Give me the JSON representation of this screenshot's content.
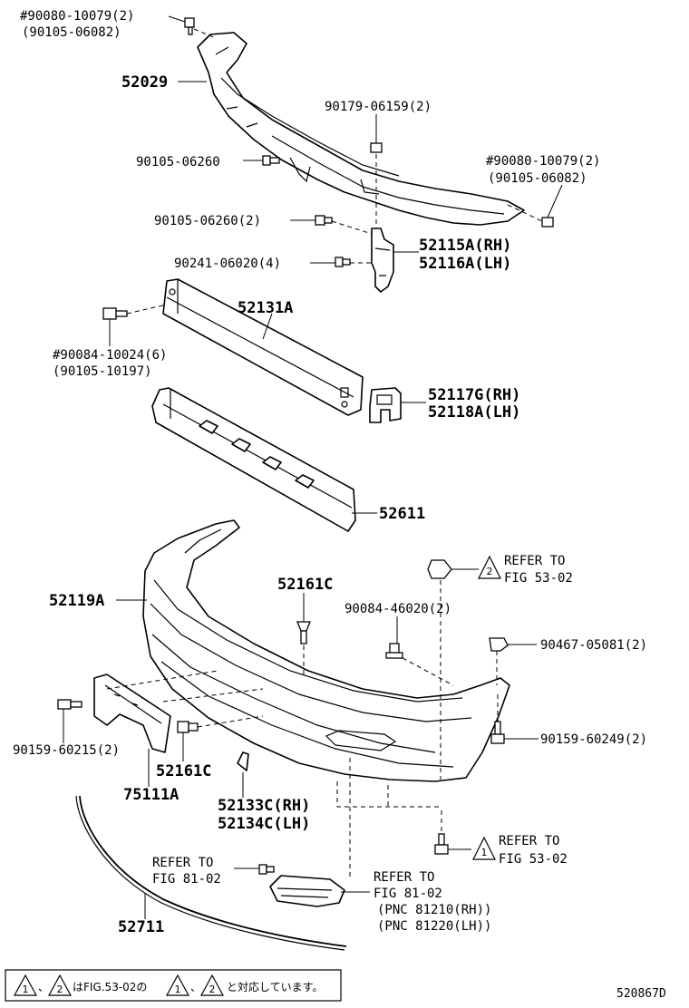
{
  "labels": {
    "l01": "#90080-10079(2)",
    "l02": "(90105-06082)",
    "l03": "52029",
    "l04": "90179-06159(2)",
    "l05": "90105-06260",
    "l06": "#90080-10079(2)",
    "l07": "(90105-06082)",
    "l08": "90105-06260(2)",
    "l09": "52115A(RH)",
    "l10": "90241-06020(4)",
    "l11": "52116A(LH)",
    "l12": "52131A",
    "l13": "#90084-10024(6)",
    "l14": "(90105-10197)",
    "l15": "52117G(RH)",
    "l16": "52118A(LH)",
    "l17": "52611",
    "l18": "REFER TO",
    "l19": "FIG 53-02",
    "l20": "52119A",
    "l21": "52161C",
    "l22": "90084-46020(2)",
    "l23": "90467-05081(2)",
    "l24": "90159-60215(2)",
    "l25": "90159-60249(2)",
    "l26": "52161C",
    "l27": "75111A",
    "l28": "52133C(RH)",
    "l29": "52134C(LH)",
    "l30": "REFER TO",
    "l31": "FIG 53-02",
    "l32": "REFER TO",
    "l33": "FIG 81-02",
    "l34": "REFER TO",
    "l35": "FIG 81-02",
    "l36": "(PNC 81210(RH))",
    "l37": "(PNC 81220(LH))",
    "l38": "52711"
  },
  "triangles": {
    "t1": "2",
    "t2": "1"
  },
  "note": {
    "n1": "1",
    "sep": "、",
    "n2": "2",
    "text1": "はFIG.53-02の",
    "n3": "1",
    "sep2": "、",
    "n4": "2",
    "text2": "と対応しています。"
  },
  "code": "520867D"
}
